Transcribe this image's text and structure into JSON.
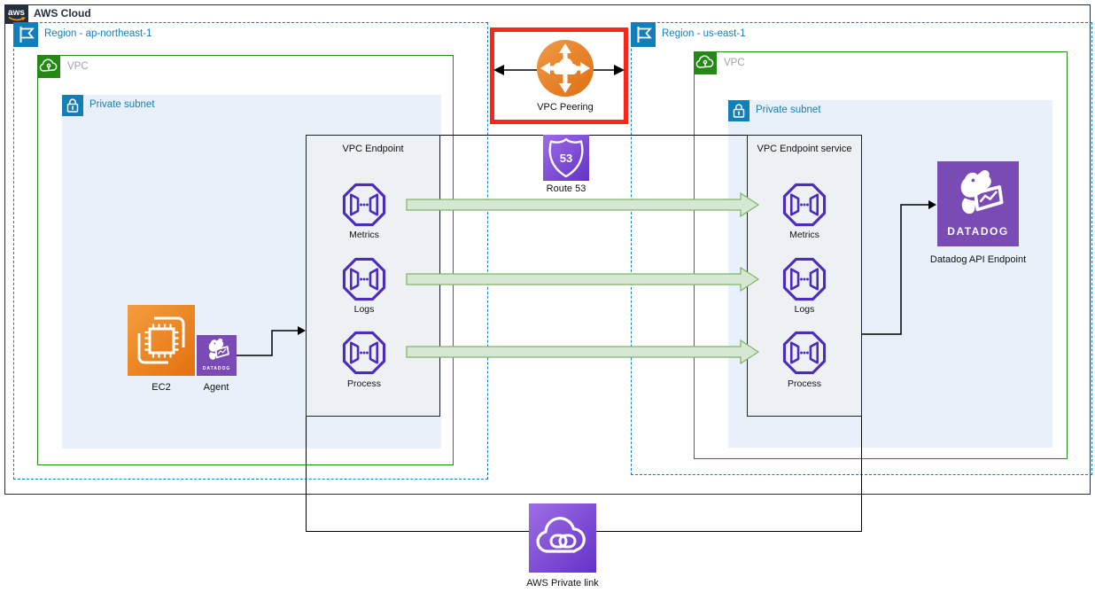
{
  "aws_cloud": {
    "label": "AWS Cloud",
    "logo_text": "aws"
  },
  "regions": {
    "left": {
      "label": "Region - ap-northeast-1",
      "vpc_label": "VPC",
      "subnet_label": "Private subnet"
    },
    "right": {
      "label": "Region - us-east-1",
      "vpc_label": "VPC",
      "subnet_label": "Private subnet"
    }
  },
  "compute": {
    "ec2_label": "EC2",
    "agent_label": "Agent",
    "agent_brand": "DATADOG"
  },
  "endpoint_groups": {
    "left": {
      "title": "VPC Endpoint",
      "items": [
        "Metrics",
        "Logs",
        "Process"
      ]
    },
    "right": {
      "title": "VPC Endpoint service",
      "items": [
        "Metrics",
        "Logs",
        "Process"
      ]
    }
  },
  "peering": {
    "label": "VPC Peering"
  },
  "route53": {
    "label": "Route 53",
    "shield_text": "53"
  },
  "datadog_api": {
    "label": "Datadog API Endpoint",
    "brand": "DATADOG"
  },
  "private_link": {
    "label": "AWS Private link"
  },
  "colors": {
    "aws_dark": "#232F3E",
    "region_blue": "#147EBA",
    "vpc_green": "#248814",
    "vpc_label_gray": "#9AA2A9",
    "subnet_fill": "#E8F1F9",
    "gray_box_fill": "#EEF1F4",
    "endpoint_purple": "#4C2BBF",
    "datadog_purple": "#7A4AB5",
    "aws_purple_light": "#9E6EE6",
    "aws_purple_dark": "#6332C6",
    "ec2_orange_light": "#F49D3F",
    "ec2_orange_dark": "#E2710D",
    "arrow_green_fill": "#D5E8D4",
    "arrow_green_stroke": "#82B366",
    "highlight_red": "#F9261B"
  }
}
